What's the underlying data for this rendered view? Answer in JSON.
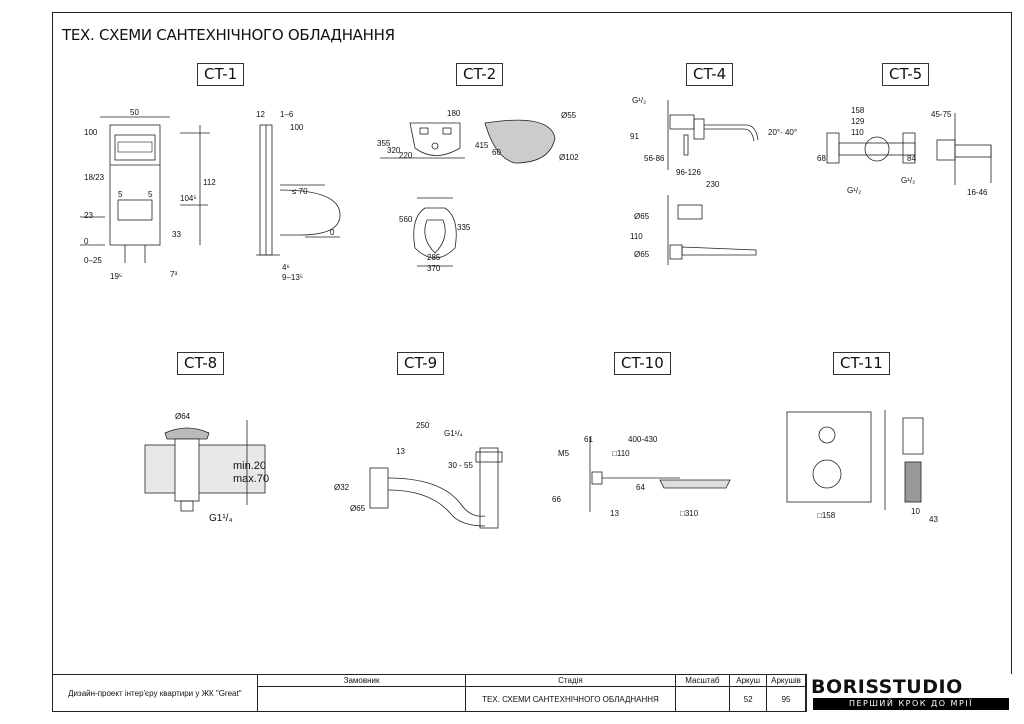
{
  "page": {
    "title": "ТЕХ. СХЕМИ САНТЕХНІЧНОГО ОБЛАДНАННЯ"
  },
  "schemes": [
    {
      "id": "CT-1",
      "labels": [
        "50",
        "100",
        "112",
        "104⁵",
        "18/23",
        "5",
        "5",
        "23",
        "0",
        "33",
        "0–25",
        "19⁵",
        "7³",
        "12",
        "1–6",
        "100",
        "≤ 70",
        "0",
        "4⁶",
        "9–13⁵"
      ]
    },
    {
      "id": "CT-2",
      "labels": [
        "180",
        "355",
        "320",
        "220",
        "560",
        "335",
        "285",
        "370",
        "Ø55",
        "415",
        "60",
        "Ø102"
      ]
    },
    {
      "id": "CT-4",
      "labels": [
        "G¹/₂",
        "91",
        "56-86",
        "96-126",
        "230",
        "20°- 40°",
        "Ø65",
        "110",
        "Ø65"
      ]
    },
    {
      "id": "CT-5",
      "labels": [
        "158",
        "129",
        "110",
        "68",
        "84",
        "G¹/₂",
        "G¹/₂",
        "45-75",
        "16-46"
      ]
    },
    {
      "id": "CT-8",
      "labels": [
        "Ø64",
        "min.20",
        "max.70",
        "G1¹/₄"
      ]
    },
    {
      "id": "CT-9",
      "labels": [
        "250",
        "G1¹/₄",
        "13",
        "30 - 55",
        "Ø32",
        "Ø65"
      ]
    },
    {
      "id": "CT-10",
      "labels": [
        "61",
        "400-430",
        "M5",
        "□110",
        "64",
        "66",
        "13",
        "□310"
      ]
    },
    {
      "id": "CT-11",
      "labels": [
        "□158",
        "10",
        "43"
      ]
    }
  ],
  "title_block": {
    "project": "Дизайн-проект інтер'єру квартири у ЖК \"Great\"",
    "customer_header": "Замовник",
    "stage_header": "Стадія",
    "stage_value": "ТЕХ. СХЕМИ САНТЕХНІЧНОГО ОБЛАДНАННЯ",
    "scale_header": "Масштаб",
    "sheet_header": "Аркуш",
    "sheets_header": "Аркушів",
    "sheet": "52",
    "sheets": "95"
  },
  "brand": {
    "name": "BORISSTUDIO",
    "tagline": "ПЕРШИЙ КРОК ДО МРІЇ"
  }
}
